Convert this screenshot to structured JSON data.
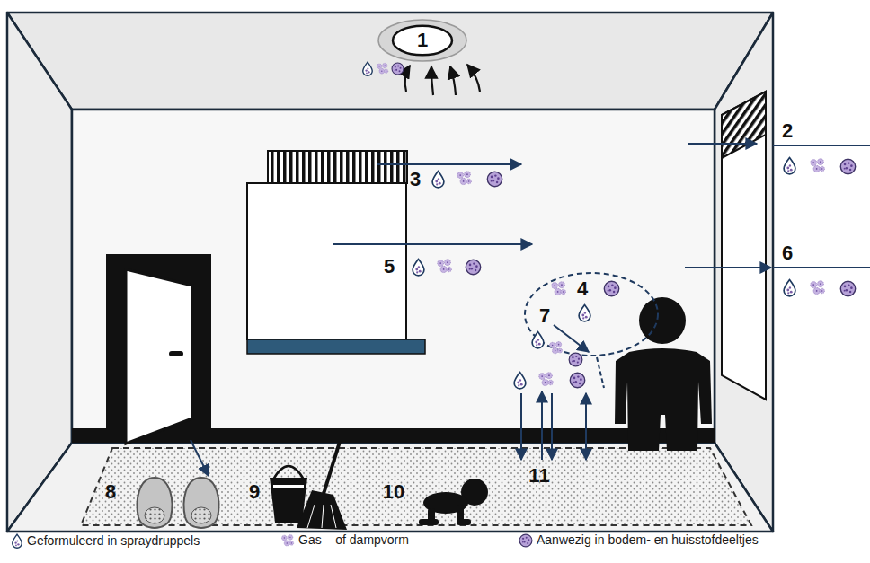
{
  "diagram": {
    "nodes": [
      {
        "text": [
          "1"
        ]
      }
    ],
    "labels": [
      "2",
      "3",
      "4",
      "5",
      "6",
      "7",
      "8",
      "9",
      "10",
      "11"
    ],
    "legend": [
      {
        "text": "Geformuleerd in spraydruppels"
      },
      {
        "text": "Gas – of dampvorm"
      },
      {
        "text": "Aanwezig in bodem- en huisstofdeeltjes"
      }
    ]
  }
}
